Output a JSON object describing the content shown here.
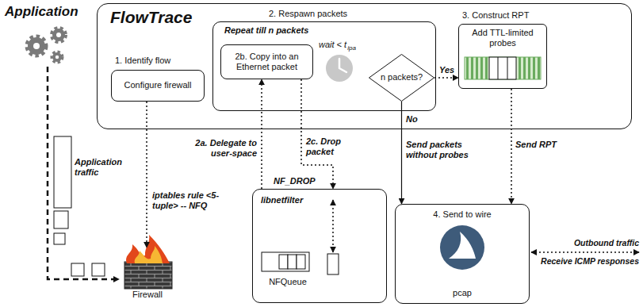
{
  "diagram": {
    "nodes": [
      {
        "text": [
          "FlowTrace"
        ]
      },
      {
        "text": [
          "1. Identify flow",
          "Configure firewall"
        ],
        "in": 0
      },
      {
        "text": [
          "2. Respawn packets",
          "Repeat till n packets"
        ],
        "in": 0
      },
      {
        "text": [
          "2b. Copy into an Ethernet packet"
        ],
        "in": 2
      },
      {
        "text": [
          "n packets?"
        ],
        "in": 2
      },
      {
        "text": [
          "3. Construct RPT",
          "Add TTL-limited probes"
        ],
        "in": 0
      },
      {
        "text": [
          "libnetfilter",
          "NFQueue"
        ]
      },
      {
        "text": [
          "4. Send to wire",
          "pcap"
        ]
      },
      {
        "text": [
          "Firewall"
        ]
      },
      {
        "text": [
          "Application"
        ]
      }
    ],
    "edges": [
      {
        "from": 1,
        "to": 8,
        "arrow": "to",
        "label": "iptables rule <5-tuple> -- NFQ"
      },
      {
        "from": 6,
        "to": 3,
        "arrow": "to",
        "label": "2a. Delegate to user-space"
      },
      {
        "from": 3,
        "to": 6,
        "arrow": "to",
        "label": "2c. Drop packet"
      },
      {
        "from": 4,
        "to": 5,
        "arrow": "to",
        "label": "Yes"
      },
      {
        "from": 4,
        "to": 7,
        "arrow": "to",
        "label": "Send packets without probes"
      },
      {
        "from": 5,
        "to": 7,
        "arrow": "to",
        "label": "Send RPT"
      },
      {
        "from": 9,
        "to": 8,
        "arrow": "to"
      }
    ],
    "labels": [
      "wait < t",
      "ipa",
      "NF_DROP",
      "No",
      "Application traffic",
      "Outbound traffic",
      "Receive ICMP responses"
    ]
  }
}
